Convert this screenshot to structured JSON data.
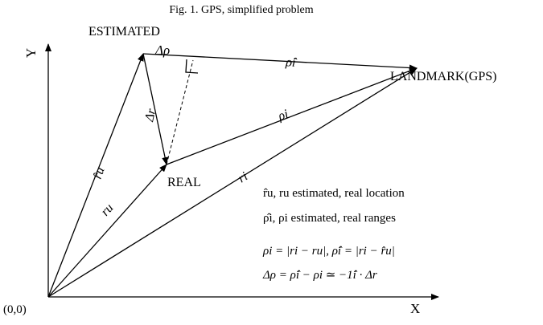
{
  "figure": {
    "caption": "Fig. 1.  GPS, simplified problem",
    "points": {
      "estimated": "ESTIMATED",
      "landmark": "LANDMARK(GPS)",
      "real": "REAL",
      "origin": "(0,0)"
    },
    "axes": {
      "x": "X",
      "y": "Y"
    },
    "vectors": {
      "r_hat_u": "r̂u",
      "r_u": "ru",
      "r_i": "ri",
      "rho_hat_i": "ρ̂i",
      "rho_i": "ρi",
      "delta_rho": "Δρ",
      "delta_r": "Δr"
    },
    "legend": [
      "r̂u, ru estimated, real location",
      "ρ̂i, ρi estimated, real ranges",
      "ρi = |ri − ru|, ρ̂i = |ri − r̂u|",
      "Δρ = ρ̂i − ρi ≃ −1̂i · Δr"
    ]
  }
}
